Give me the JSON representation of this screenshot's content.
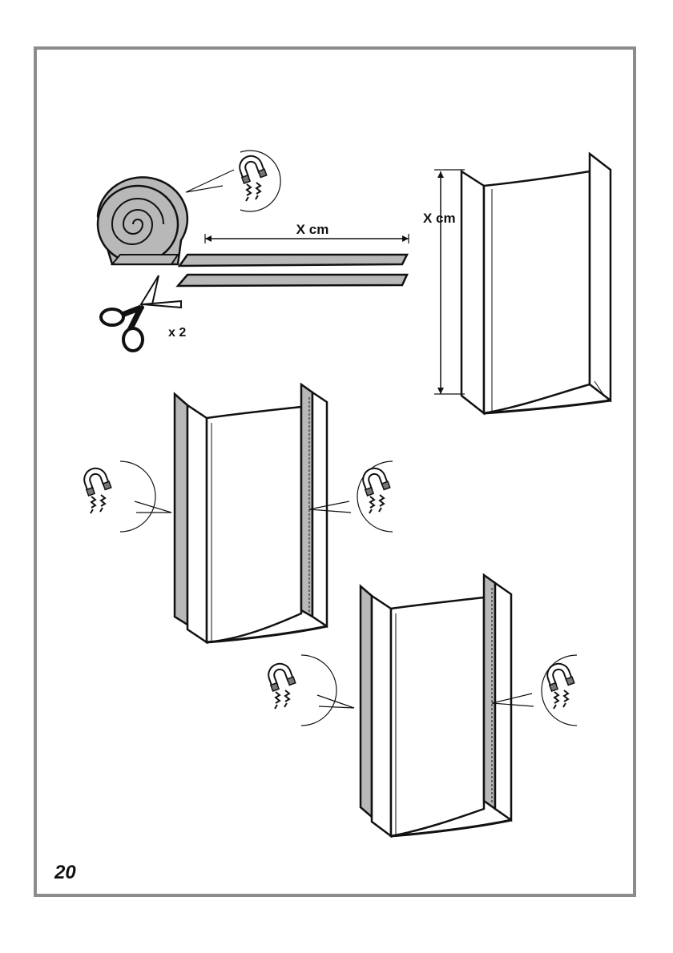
{
  "page": {
    "number": "20"
  },
  "labels": {
    "strip_length": "X cm",
    "panel_height": "X cm",
    "quantity": "x 2"
  },
  "icons": {
    "magnet": "magnet-icon",
    "scissors": "scissors-icon",
    "roll": "magnetic-tape-roll"
  },
  "colors": {
    "frame": "#8c8c8c",
    "tape": "#b8b8b8",
    "line": "#111111"
  }
}
